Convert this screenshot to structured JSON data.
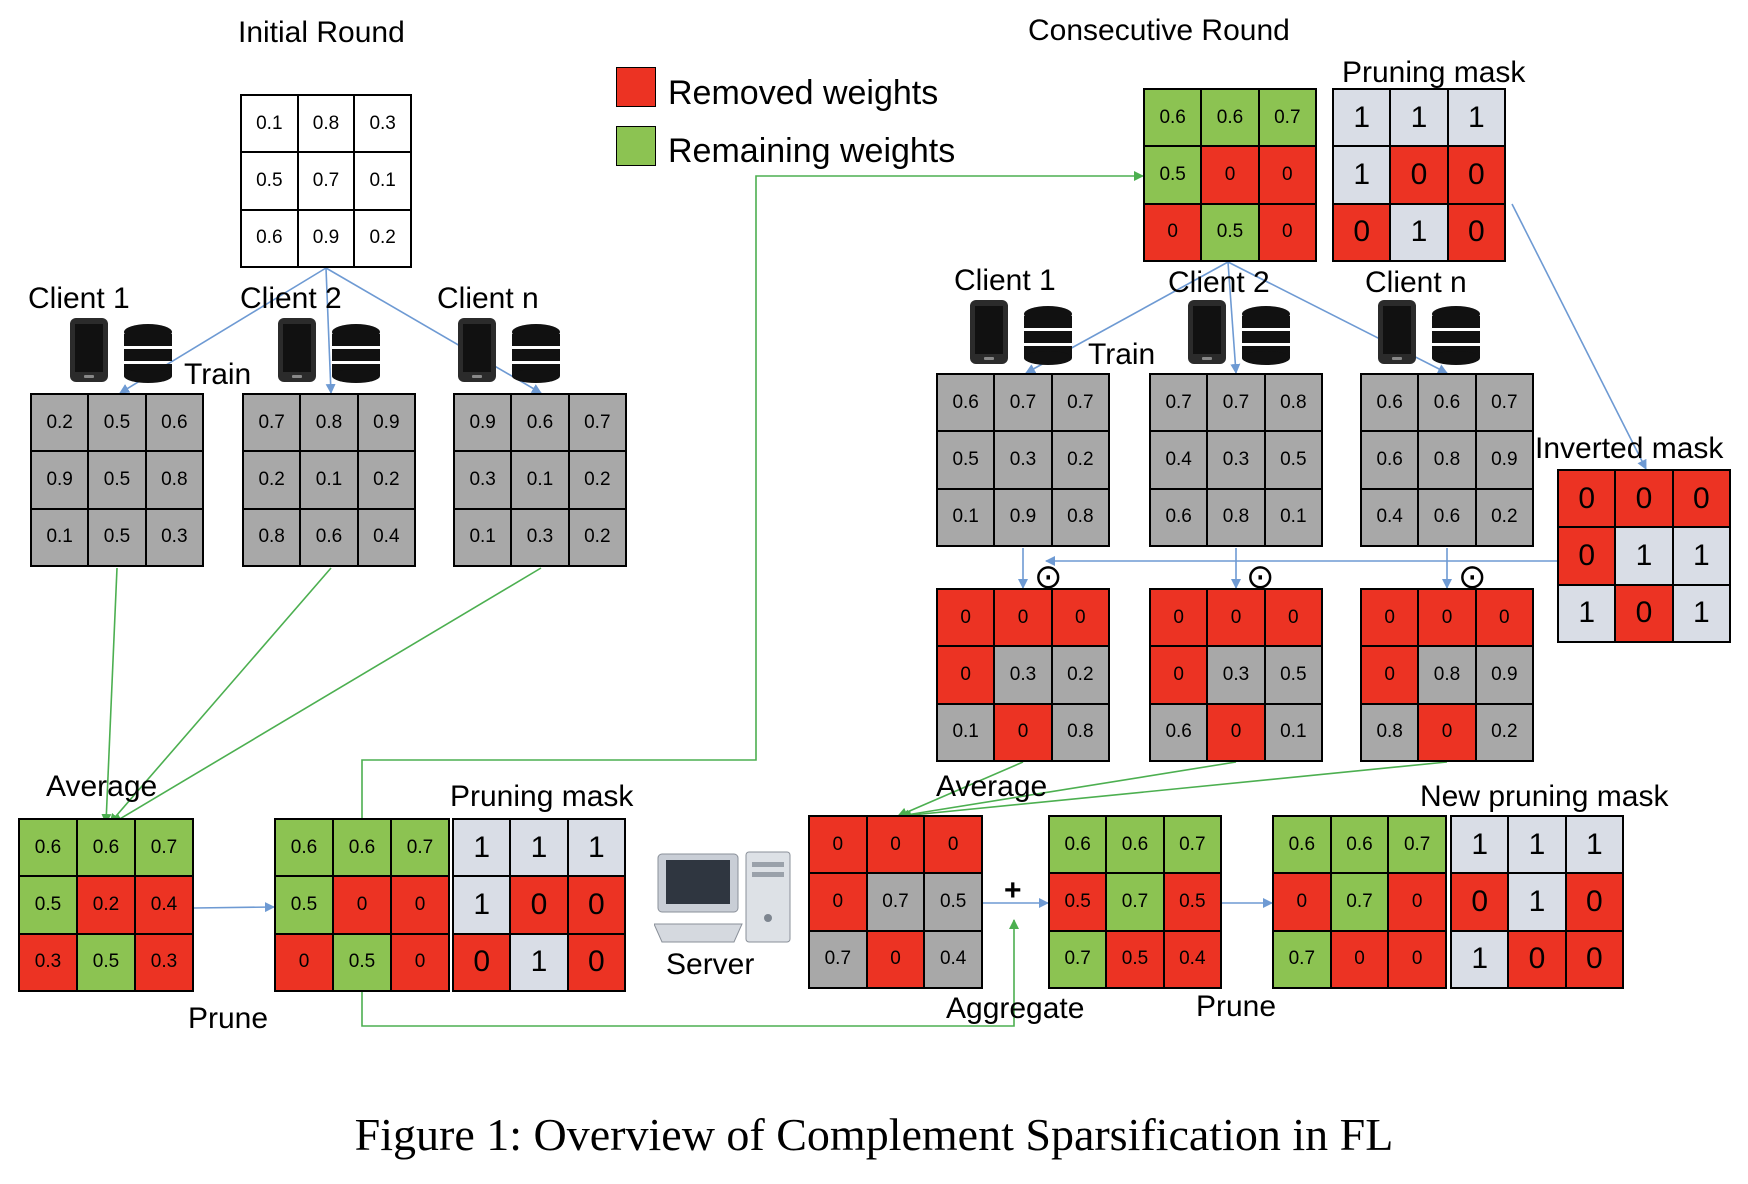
{
  "colors": {
    "red": "#ec3323",
    "green": "#8cc352",
    "gray": "#a8a8a8",
    "white": "#ffffff",
    "light": "#d9dde6",
    "blue_line": "#6e9ad3",
    "green_line": "#4caf50"
  },
  "titles": {
    "initial": "Initial Round",
    "consecutive": "Consecutive  Round"
  },
  "legend": {
    "removed": "Removed weights",
    "remaining": "Remaining weights"
  },
  "labels": {
    "client1": "Client 1",
    "client2": "Client 2",
    "clientn": "Client n",
    "train": "Train",
    "average": "Average",
    "prune": "Prune",
    "pruning_mask": "Pruning  mask",
    "server": "Server",
    "aggregate": "Aggregate",
    "new_mask": "New pruning  mask",
    "inverted": "Inverted mask",
    "plus": "+",
    "odot": "⊙"
  },
  "caption": "Figure 1: Overview of Complement Sparsification in FL",
  "grids": [
    {
      "id": "init",
      "cells": [
        "0.1",
        "0.8",
        "0.3",
        "0.5",
        "0.7",
        "0.1",
        "0.6",
        "0.9",
        "0.2"
      ],
      "colors": "WWWWWWWWW"
    },
    {
      "id": "ic1",
      "cells": [
        "0.2",
        "0.5",
        "0.6",
        "0.9",
        "0.5",
        "0.8",
        "0.1",
        "0.5",
        "0.3"
      ],
      "colors": "AAAAAAAAA"
    },
    {
      "id": "ic2",
      "cells": [
        "0.7",
        "0.8",
        "0.9",
        "0.2",
        "0.1",
        "0.2",
        "0.8",
        "0.6",
        "0.4"
      ],
      "colors": "AAAAAAAAA"
    },
    {
      "id": "icn",
      "cells": [
        "0.9",
        "0.6",
        "0.7",
        "0.3",
        "0.1",
        "0.2",
        "0.1",
        "0.3",
        "0.2"
      ],
      "colors": "AAAAAAAAA"
    },
    {
      "id": "iavg",
      "cells": [
        "0.6",
        "0.6",
        "0.7",
        "0.5",
        "0.2",
        "0.4",
        "0.3",
        "0.5",
        "0.3"
      ],
      "colors": "GGGGRRRGR"
    },
    {
      "id": "ipruned",
      "cells": [
        "0.6",
        "0.6",
        "0.7",
        "0.5",
        "0",
        "0",
        "0",
        "0.5",
        "0"
      ],
      "colors": "GGGGRRRGR"
    },
    {
      "id": "imask",
      "cells": [
        "1",
        "1",
        "1",
        "1",
        "0",
        "0",
        "0",
        "1",
        "0"
      ],
      "colors": "LLLLRRRLR"
    },
    {
      "id": "cgrid",
      "cells": [
        "0.6",
        "0.6",
        "0.7",
        "0.5",
        "0",
        "0",
        "0",
        "0.5",
        "0"
      ],
      "colors": "GGGGRRRGR"
    },
    {
      "id": "cmask",
      "cells": [
        "1",
        "1",
        "1",
        "1",
        "0",
        "0",
        "0",
        "1",
        "0"
      ],
      "colors": "LLLLRRRLR"
    },
    {
      "id": "cc1",
      "cells": [
        "0.6",
        "0.7",
        "0.7",
        "0.5",
        "0.3",
        "0.2",
        "0.1",
        "0.9",
        "0.8"
      ],
      "colors": "AAAAAAAAA"
    },
    {
      "id": "cc2",
      "cells": [
        "0.7",
        "0.7",
        "0.8",
        "0.4",
        "0.3",
        "0.5",
        "0.6",
        "0.8",
        "0.1"
      ],
      "colors": "AAAAAAAAA"
    },
    {
      "id": "ccn",
      "cells": [
        "0.6",
        "0.6",
        "0.7",
        "0.6",
        "0.8",
        "0.9",
        "0.4",
        "0.6",
        "0.2"
      ],
      "colors": "AAAAAAAAA"
    },
    {
      "id": "invmask",
      "cells": [
        "0",
        "0",
        "0",
        "0",
        "1",
        "1",
        "1",
        "0",
        "1"
      ],
      "colors": "RRRRLLLRL"
    },
    {
      "id": "m1",
      "cells": [
        "0",
        "0",
        "0",
        "0",
        "0.3",
        "0.2",
        "0.1",
        "0",
        "0.8"
      ],
      "colors": "RRRRAAARA"
    },
    {
      "id": "m2",
      "cells": [
        "0",
        "0",
        "0",
        "0",
        "0.3",
        "0.5",
        "0.6",
        "0",
        "0.1"
      ],
      "colors": "RRRRAAARA"
    },
    {
      "id": "mn",
      "cells": [
        "0",
        "0",
        "0",
        "0",
        "0.8",
        "0.9",
        "0.8",
        "0",
        "0.2"
      ],
      "colors": "RRRRAAARA"
    },
    {
      "id": "cavg",
      "cells": [
        "0",
        "0",
        "0",
        "0",
        "0.7",
        "0.5",
        "0.7",
        "0",
        "0.4"
      ],
      "colors": "RRRRAAARA"
    },
    {
      "id": "cagg",
      "cells": [
        "0.6",
        "0.6",
        "0.7",
        "0.5",
        "0.7",
        "0.5",
        "0.7",
        "0.5",
        "0.4"
      ],
      "colors": "GGGRGRGRR"
    },
    {
      "id": "cpruned",
      "cells": [
        "0.6",
        "0.6",
        "0.7",
        "0",
        "0.7",
        "0",
        "0.7",
        "0",
        "0"
      ],
      "colors": "GGGRGRGRR"
    },
    {
      "id": "newmask",
      "cells": [
        "1",
        "1",
        "1",
        "0",
        "1",
        "0",
        "1",
        "0",
        "0"
      ],
      "colors": "LLLRLRLRR"
    }
  ]
}
